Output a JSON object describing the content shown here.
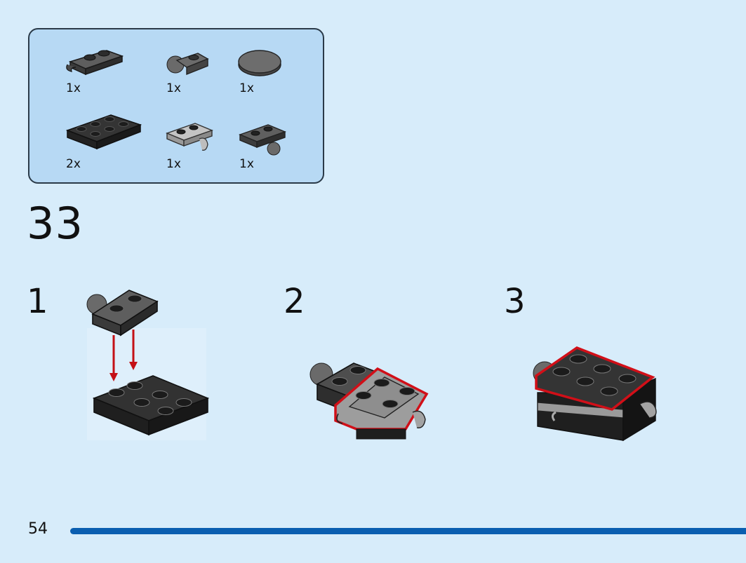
{
  "parts": [
    {
      "icon": "plate-with-clip-icon",
      "qty": "1x"
    },
    {
      "icon": "plate-with-ball-icon",
      "qty": "1x"
    },
    {
      "icon": "round-tile-icon",
      "qty": "1x"
    },
    {
      "icon": "plate-2x3-icon",
      "qty": "2x"
    },
    {
      "icon": "plate-with-clips-light-gray-icon",
      "qty": "1x"
    },
    {
      "icon": "plate-with-ball-socket-icon",
      "qty": "1x"
    }
  ],
  "step_number": "33",
  "substeps": [
    {
      "label": "1"
    },
    {
      "label": "2"
    },
    {
      "label": "3"
    }
  ],
  "page_number": "54",
  "colors": {
    "background": "#d7ecfa",
    "panel": "#b7d9f4",
    "brick_dark": "#2b2b2b",
    "brick_mid": "#5c5c5c",
    "brick_light": "#a8a8a8",
    "highlight": "#d10f18",
    "progress": "#0a5eb0"
  }
}
